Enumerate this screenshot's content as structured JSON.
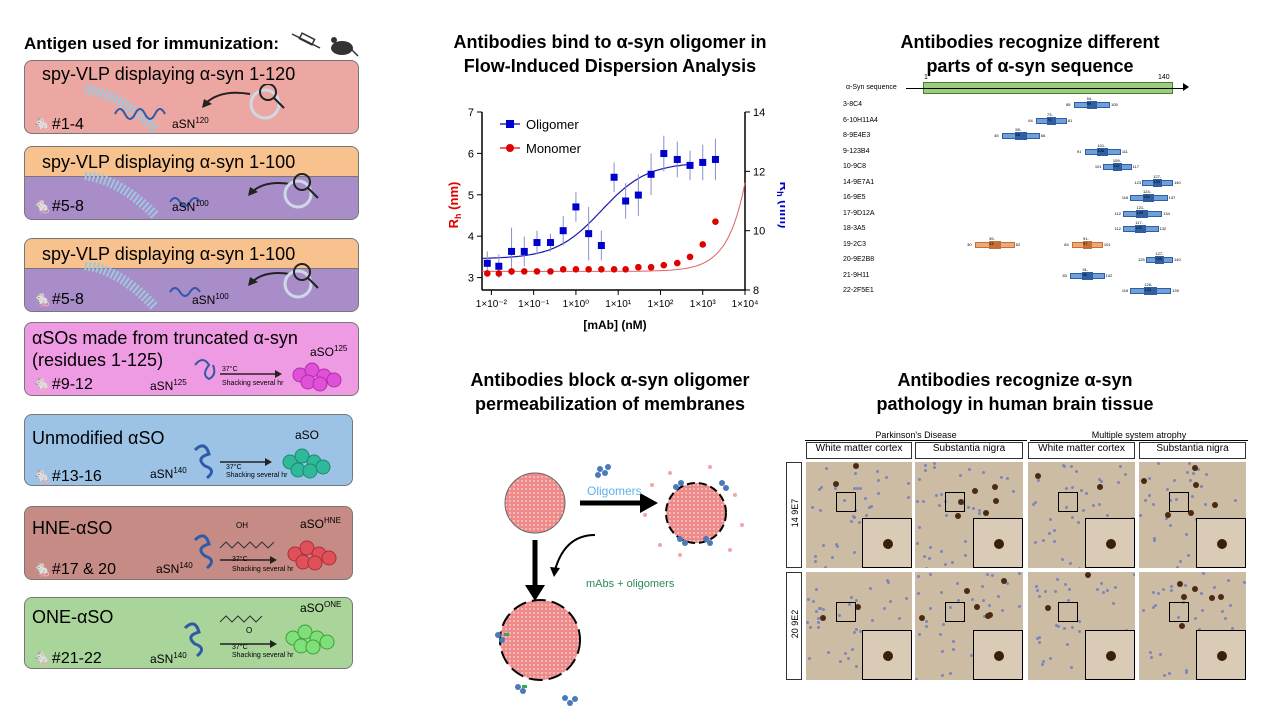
{
  "left": {
    "title": "Antigen used for immunization:",
    "panels": [
      {
        "label": "spy-VLP displaying α-syn 1-120",
        "mice": "#1-4",
        "asn": "aSN",
        "sup": "120"
      },
      {
        "label": "spy-VLP displaying α-syn 1-100",
        "mice": "#5-8",
        "asn": "aSN",
        "sup": "100"
      },
      {
        "label": "spy-VLP displaying α-syn 1-100",
        "mice": "#5-8",
        "asn": "aSN",
        "sup": "100"
      },
      {
        "label_line1": "αSOs made from truncated α-syn",
        "label_line2": "(residues 1-125)",
        "mice": "#9-12",
        "asn": "aSN",
        "sup": "125",
        "product": "aSO",
        "product_sup": "125",
        "cond1": "37°C",
        "cond2": "Shacking several hr"
      },
      {
        "label": "Unmodified αSO",
        "mice": "#13-16",
        "asn": "aSN",
        "sup": "140",
        "product": "aSO",
        "cond1": "37°C",
        "cond2": "Shacking several hr"
      },
      {
        "label": "HNE-αSO",
        "mice": "#17 & 20",
        "asn": "aSN",
        "sup": "140",
        "product": "aSO",
        "product_sup": "HNE",
        "cond1": "37°C",
        "cond2": "Shacking several hr",
        "chem": "OH"
      },
      {
        "label": "ONE-αSO",
        "mice": "#21-22",
        "asn": "aSN",
        "sup": "140",
        "product": "aSO",
        "product_sup": "ONE",
        "cond1": "37°C",
        "cond2": "Shacking several hr",
        "chem": "O"
      }
    ]
  },
  "fida": {
    "title_line1": "Antibodies bind to α-syn oligomer in",
    "title_line2": "Flow-Induced Dispersion Analysis",
    "legend_oligomer": "Oligomer",
    "legend_monomer": "Monomer",
    "y_left_label": "R",
    "y_left_sub": "h",
    "y_left_unit": " (nm)",
    "y_right_label": "R",
    "y_right_sub": "h",
    "y_right_unit": " (nm)",
    "x_label": "[mAb] (nM)",
    "left_ticks": [
      "3",
      "4",
      "5",
      "6",
      "7"
    ],
    "right_ticks": [
      "8",
      "10",
      "12",
      "14"
    ],
    "x_ticks": [
      "1×10⁻²",
      "1×10⁻¹",
      "1×10⁰",
      "1×10¹",
      "1×10²",
      "1×10³",
      "1×10⁴"
    ]
  },
  "chart_data": {
    "type": "scatter",
    "title": "Antibodies bind to α-syn oligomer in Flow-Induced Dispersion Analysis",
    "xlabel": "[mAb] (nM)",
    "ylabel": "Rh (nm)",
    "x_scale": "log",
    "xlim": [
      0.006,
      10000
    ],
    "ylim_left": [
      2.7,
      7
    ],
    "ylim_right": [
      8,
      14
    ],
    "series": [
      {
        "name": "Oligomer",
        "axis": "right",
        "color": "#0000cc",
        "x": [
          0.008,
          0.015,
          0.03,
          0.06,
          0.12,
          0.25,
          0.5,
          1,
          2,
          4,
          8,
          15,
          30,
          60,
          120,
          250,
          500,
          1000,
          2000
        ],
        "y": [
          8.9,
          8.8,
          9.3,
          9.3,
          9.6,
          9.6,
          10.0,
          10.8,
          9.9,
          9.5,
          11.8,
          11.0,
          11.2,
          11.9,
          12.6,
          12.4,
          12.2,
          12.3,
          12.4
        ],
        "err": [
          0.4,
          0.4,
          0.8,
          0.5,
          0.4,
          0.3,
          0.5,
          0.5,
          0.9,
          0.5,
          0.5,
          0.6,
          0.7,
          0.7,
          0.6,
          0.6,
          0.5,
          0.6,
          0.7
        ]
      },
      {
        "name": "Monomer",
        "axis": "left",
        "color": "#e00000",
        "x": [
          0.008,
          0.015,
          0.03,
          0.06,
          0.12,
          0.25,
          0.5,
          1,
          2,
          4,
          8,
          15,
          30,
          60,
          120,
          250,
          500,
          1000,
          2000
        ],
        "y": [
          3.1,
          3.1,
          3.15,
          3.15,
          3.15,
          3.15,
          3.2,
          3.2,
          3.2,
          3.2,
          3.2,
          3.2,
          3.25,
          3.25,
          3.3,
          3.35,
          3.5,
          3.8,
          4.35
        ]
      }
    ]
  },
  "seq": {
    "title_line1": "Antibodies recognize different",
    "title_line2": "parts of α-syn sequence",
    "bar_label": "α-Syn sequence",
    "start": "1",
    "end": "140",
    "rows": [
      {
        "name": "3-8C4",
        "start": 85,
        "end": 105,
        "start_lbl": "85",
        "end_lbl": "105",
        "mid": "94-99"
      },
      {
        "name": "6-10H11A4",
        "start": 64,
        "end": 81,
        "start_lbl": "64",
        "end_lbl": "81",
        "mid": "73-76"
      },
      {
        "name": "8-9E4E3",
        "start": 45,
        "end": 66,
        "start_lbl": "45",
        "end_lbl": "66",
        "mid": "55-58"
      },
      {
        "name": "9-123B4",
        "start": 91,
        "end": 111,
        "start_lbl": "91",
        "end_lbl": "111",
        "mid": "101-106"
      },
      {
        "name": "10-9C8",
        "start": 101,
        "end": 117,
        "start_lbl": "101",
        "end_lbl": "117",
        "mid": "109-112"
      },
      {
        "name": "14-9E7A1",
        "start": 123,
        "end": 140,
        "start_lbl": "123",
        "end_lbl": "140",
        "mid": "127-135"
      },
      {
        "name": "16-9E5",
        "start": 116,
        "end": 137,
        "start_lbl": "116",
        "end_lbl": "137",
        "mid": "124-130"
      },
      {
        "name": "17-9D12A",
        "start": 112,
        "end": 134,
        "start_lbl": "112",
        "end_lbl": "134",
        "mid": "121-125"
      },
      {
        "name": "18-3A5",
        "start": 112,
        "end": 132,
        "start_lbl": "112",
        "end_lbl": "132",
        "mid": "117-125"
      },
      {
        "name": "19-2C3",
        "start": 30,
        "end": 52,
        "start_lbl": "30",
        "end_lbl": "52",
        "mid": "39-43",
        "start2": 84,
        "end2": 101,
        "start2_lbl": "84",
        "end2_lbl": "101",
        "mid2": "91-97",
        "orange": true
      },
      {
        "name": "20-9E2B8",
        "start": 125,
        "end": 140,
        "start_lbl": "125",
        "end_lbl": "140",
        "mid": "127-136"
      },
      {
        "name": "21-9H11",
        "start": 83,
        "end": 102,
        "start_lbl": "83",
        "end_lbl": "102",
        "mid": "91-96"
      },
      {
        "name": "22-2F5E1",
        "start": 116,
        "end": 139,
        "start_lbl": "116",
        "end_lbl": "139",
        "mid": "126-133"
      }
    ]
  },
  "membrane": {
    "title_line1": "Antibodies block α-syn oligomer",
    "title_line2": "permeabilization of membranes",
    "oligomers": "Oligomers",
    "mabs": "mAbs + oligomers"
  },
  "patho": {
    "title_line1": "Antibodies recognize α-syn",
    "title_line2": "pathology in human brain tissue",
    "disease1": "Parkinson's Disease",
    "disease2": "Multiple system atrophy",
    "col1": "White matter cortex",
    "col2": "Substantia nigra",
    "col3": "White matter cortex",
    "col4": "Substantia nigra",
    "row1": "14 9E7",
    "row2": "20 9E2"
  },
  "colors": {
    "red_panel": "#eca7a2",
    "orange_panel": "#f7c28e",
    "purple_panel": "#a88dc9",
    "pink_panel": "#ee9be3",
    "blue_panel": "#9cc3e6",
    "brown_panel": "#c78b86",
    "green_panel": "#a9d49a"
  }
}
